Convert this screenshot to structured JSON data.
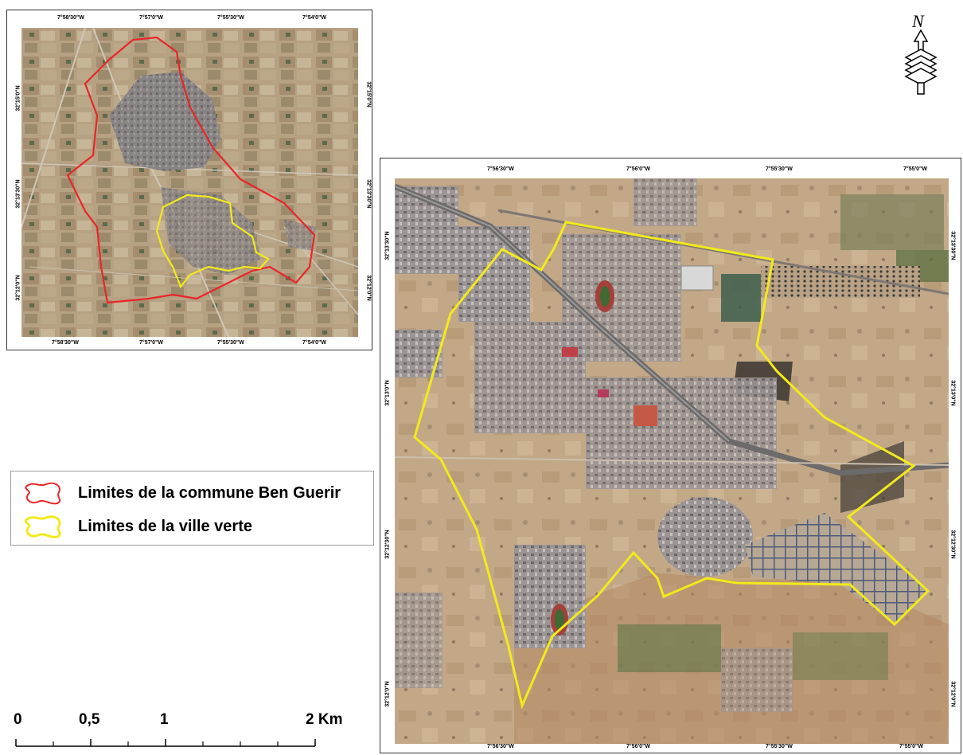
{
  "overview_map": {
    "top_ticks": [
      "7°58'30\"W",
      "7°57'0\"W",
      "7°55'30\"W",
      "7°54'0\"W"
    ],
    "bottom_ticks": [
      "7°58'30\"W",
      "7°57'0\"W",
      "7°55'30\"W",
      "7°54'0\"W"
    ],
    "left_ticks": [
      "32°15'0\"N",
      "32°13'30\"N",
      "32°12'0\"N"
    ],
    "right_ticks": [
      "32°15'0\"N",
      "32°13'30\"N",
      "32°12'0\"N"
    ]
  },
  "detail_map": {
    "top_ticks": [
      "7°56'30\"W",
      "7°56'0\"W",
      "7°55'30\"W",
      "7°55'0\"W"
    ],
    "bottom_ticks": [
      "7°56'30\"W",
      "7°56'0\"W",
      "7°55'30\"W",
      "7°55'0\"W"
    ],
    "left_ticks": [
      "32°13'30\"N",
      "32°13'0\"N",
      "32°12'30\"N",
      "32°12'0\"N"
    ],
    "right_ticks": [
      "32°13'30\"N",
      "32°13'0\"N",
      "32°12'30\"N",
      "32°12'0\"N"
    ]
  },
  "north_arrow": {
    "label": "N"
  },
  "legend": {
    "items": [
      {
        "label": "Limites de la commune Ben Guerir",
        "color": "#e8262a"
      },
      {
        "label": "Limites de la ville verte",
        "color": "#f2ea1c"
      }
    ]
  },
  "scale_bar": {
    "labels": [
      "0",
      "0,5",
      "1",
      "2 Km"
    ]
  },
  "colors": {
    "terrain": "#b9a486",
    "urban": "#7d7a7a",
    "commune_boundary": "#e8262a",
    "green_city_boundary": "#f2ea1c"
  }
}
